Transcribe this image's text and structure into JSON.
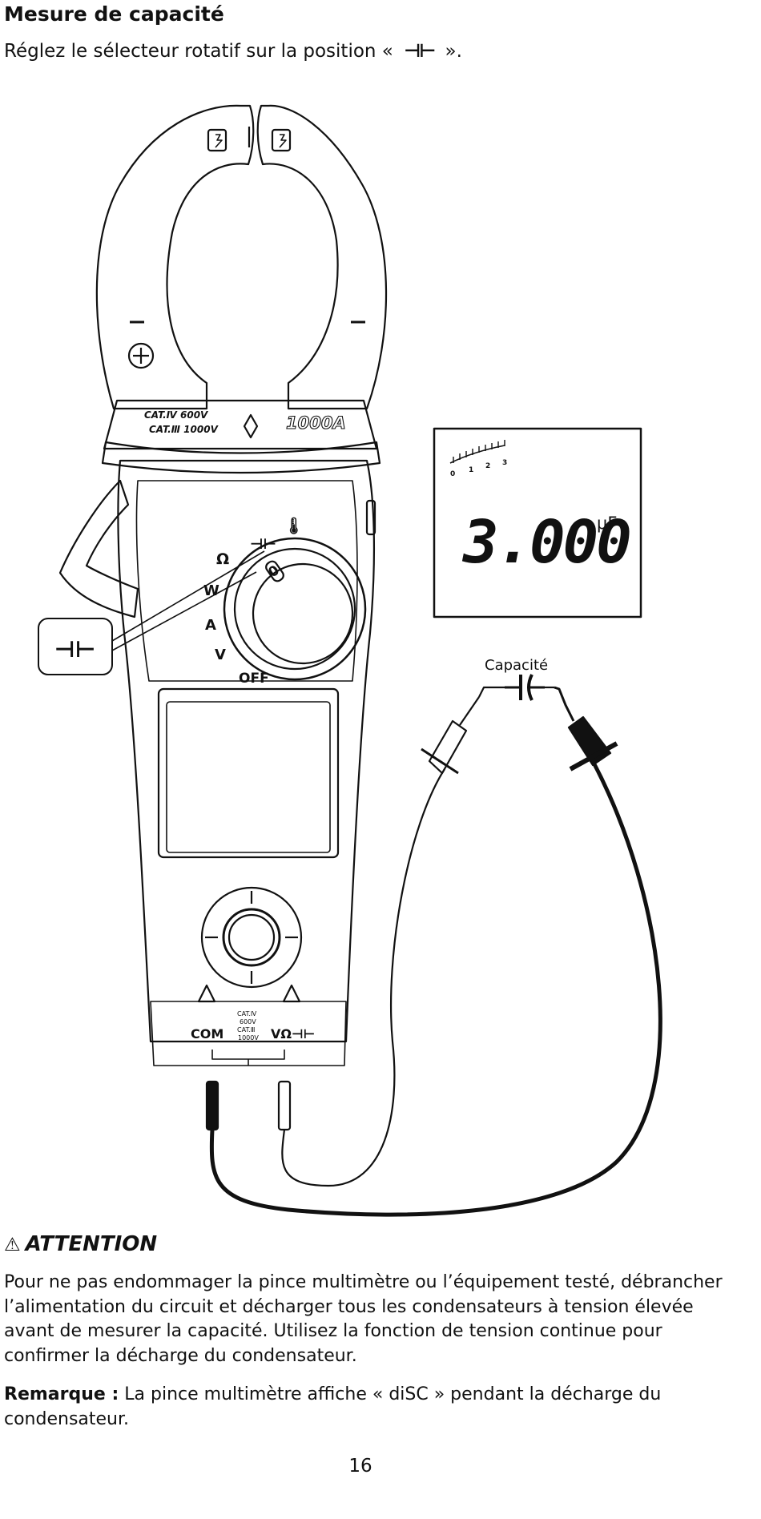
{
  "heading": "Mesure de capacité",
  "intro": {
    "before": "Réglez le sélecteur rotatif sur la position «",
    "symbol": "⊣⊢",
    "after": "»."
  },
  "device": {
    "cat_iv": "CAT.Ⅳ 600V",
    "cat_iii": "CAT.Ⅲ 1000V",
    "clamp_rating": "1000A",
    "dial_labels": {
      "temp": "🌡",
      "cap": "⊣⊢",
      "ohm": "Ω",
      "watt": "W",
      "amp": "A",
      "volt": "V",
      "off": "OFF",
      "zero": "0"
    },
    "terminals": {
      "com": "COM",
      "vohm": "VΩ⊣⊢",
      "cat_small_1": "CAT.Ⅳ",
      "cat_small_2": "600V",
      "cat_small_3": "CAT.Ⅲ",
      "cat_small_4": "1000V"
    },
    "callout_symbol": "⊣⊢"
  },
  "lcd": {
    "value": "3.000",
    "unit": "μF",
    "scale_ticks": [
      "0",
      "1",
      "2",
      "3"
    ]
  },
  "capacitor_label": "Capacité",
  "warning": {
    "title": "ATTENTION",
    "body": "Pour ne pas endommager la pince multimètre ou l’équipement testé, débrancher l’alimentation du circuit et décharger tous les condensateurs à tension élevée avant de mesurer la capacité. Utilisez la fonction de tension continue pour confirmer la décharge du condensateur."
  },
  "note": {
    "label": "Remarque :",
    "text": " La pince multimètre affiche « diSC » pendant la décharge du condensateur."
  },
  "page_number": "16"
}
